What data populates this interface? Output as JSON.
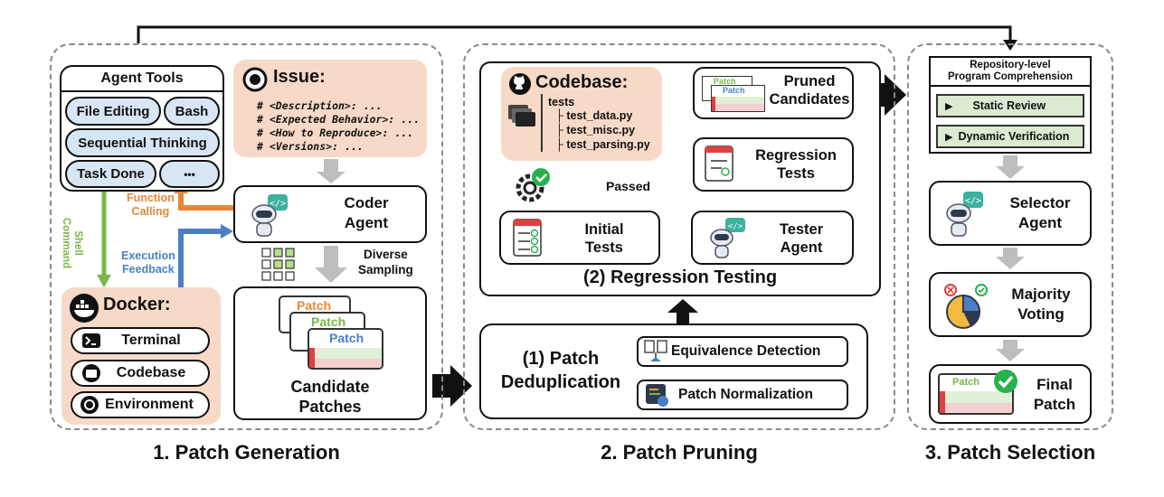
{
  "stages": {
    "generation": "1. Patch Generation",
    "pruning": "2. Patch Pruning",
    "selection": "3. Patch Selection"
  },
  "agent_tools": {
    "title": "Agent Tools",
    "tools": [
      "File Editing",
      "Bash",
      "Sequential Thinking",
      "Task Done",
      "•••"
    ]
  },
  "issue": {
    "title": "Issue:",
    "lines": [
      "# <Description>: ...",
      "# <Expected Behavior>: ...",
      "# <How to Reproduce>: ...",
      "# <Versions>: ..."
    ]
  },
  "arrows": {
    "function_calling": [
      "Function",
      "Calling"
    ],
    "shell_command": [
      "Shell",
      "Command"
    ],
    "execution_feedback": [
      "Execution",
      "Feedback"
    ],
    "diverse_sampling": [
      "Diverse",
      "Sampling"
    ],
    "passed": "Passed"
  },
  "coder_agent": [
    "Coder",
    "Agent"
  ],
  "docker": {
    "title": "Docker:",
    "items": [
      "Terminal",
      "Codebase",
      "Environment"
    ]
  },
  "candidate_patches": {
    "labels": [
      "Patch",
      "Patch",
      "Patch"
    ],
    "title": [
      "Candidate",
      "Patches"
    ]
  },
  "codebase": {
    "title": "Codebase:",
    "folder": "tests",
    "files": [
      "test_data.py",
      "test_misc.py",
      "test_parsing.py"
    ]
  },
  "initial_tests": [
    "Initial",
    "Tests"
  ],
  "tester_agent": [
    "Tester",
    "Agent"
  ],
  "regression_tests": [
    "Regression",
    "Tests"
  ],
  "pruned_candidates": {
    "labels": [
      "Patch",
      "Patch"
    ],
    "title": [
      "Pruned",
      "Candidates"
    ]
  },
  "regression_testing": "(2) Regression Testing",
  "dedup": {
    "title": [
      "(1) Patch",
      "Deduplication"
    ],
    "equivalence": "Equivalence Detection",
    "normalization": "Patch Normalization"
  },
  "comprehension": {
    "title": [
      "Repository-level",
      "Program Comprehension"
    ],
    "static": "Static Review",
    "dynamic": "Dynamic Verification"
  },
  "selector_agent": [
    "Selector",
    "Agent"
  ],
  "majority_voting": [
    "Majority",
    "Voting"
  ],
  "final_patch": {
    "label": "Patch",
    "title": [
      "Final",
      "Patch"
    ]
  },
  "colors": {
    "orange_arrow": "#e8863a",
    "green_arrow": "#7ab648",
    "blue_arrow": "#4a7fc8",
    "pink_bg": "#f7d9c8",
    "pill_bg": "#d8e6f3",
    "green_bar": "#dbead0",
    "check_green": "#28b14c"
  },
  "icons": [
    "robot-icon",
    "github-icon",
    "docker-icon",
    "terminal-icon",
    "folder-icon",
    "github-small-icon",
    "checklist-icon",
    "gear-check-icon",
    "compare-icon",
    "code-window-icon",
    "pie-chart-icon",
    "check-badge-icon",
    "target-icon",
    "grid-icon"
  ]
}
